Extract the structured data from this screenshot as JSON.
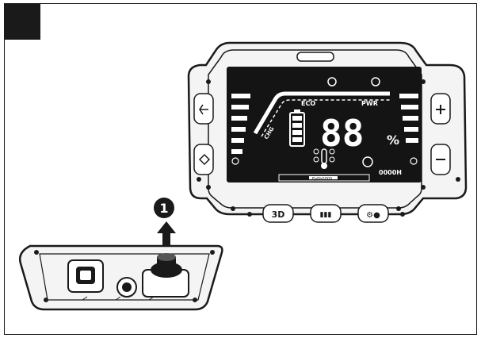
{
  "illustration": {
    "step_number": "1",
    "display": {
      "mode_left": "ECO",
      "mode_right": "PWR",
      "battery_readout": "88",
      "battery_unit": "%",
      "odometer": "0000H",
      "left_side_text": "CHG",
      "bottom_center_text": "Fp0h0000"
    },
    "buttons": {
      "left_label": "3D",
      "center_label": "▮▮▮",
      "right_label": "⚙●"
    }
  },
  "colors": {
    "outline": "#1a1a1a",
    "screen": "#141414",
    "bezel": "#f4f4f4",
    "lcd_segment": "#ffffff"
  }
}
